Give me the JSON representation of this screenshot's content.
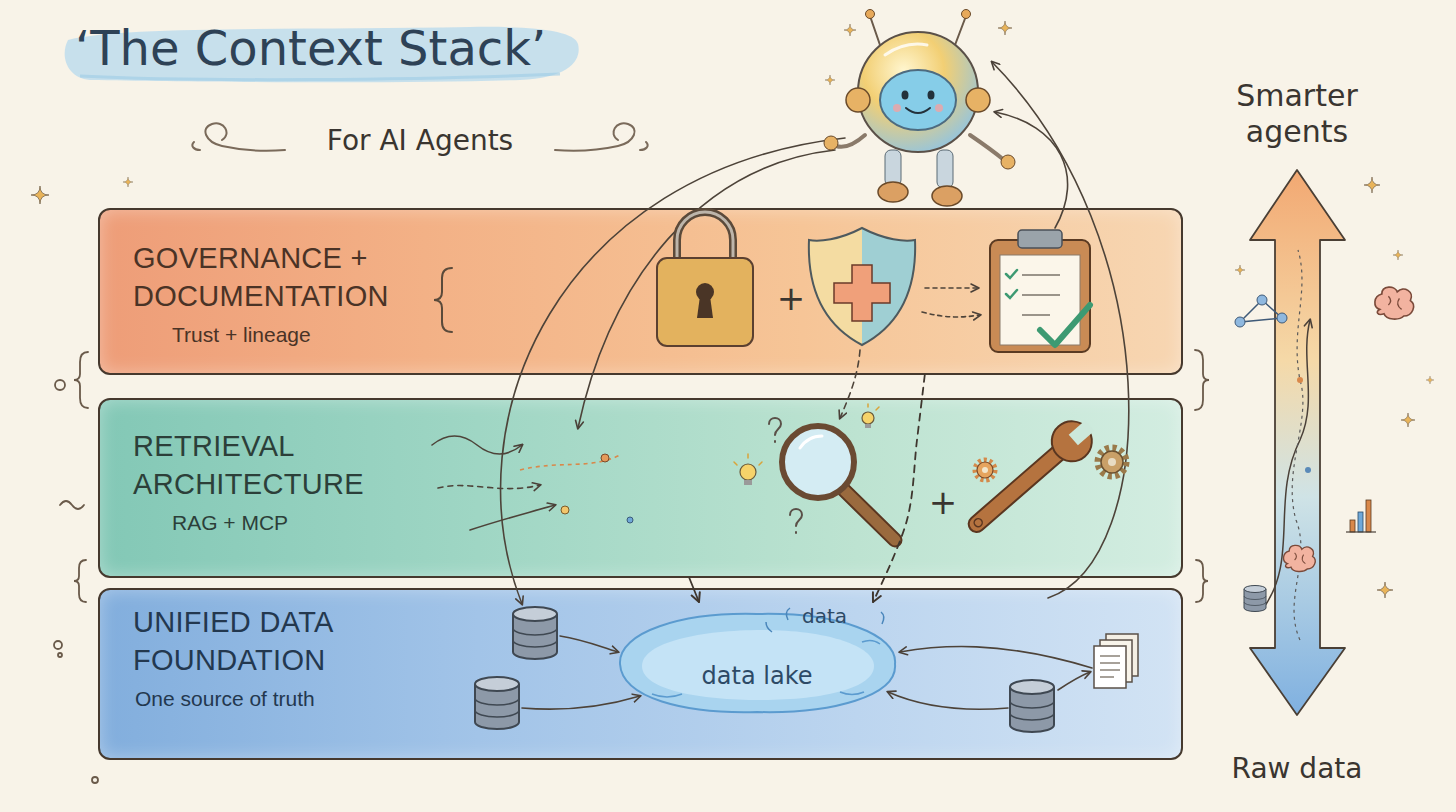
{
  "diagram": {
    "title": "‘The Context Stack’",
    "nodes": [
      {
        "text": [
          "GOVERNANCE + DOCUMENTATION",
          "Trust + lineage"
        ]
      },
      {
        "text": [
          "RETRIEVAL ARCHITECTURE",
          "RAG + MCP"
        ]
      },
      {
        "text": [
          "UNIFIED DATA FOUNDATION",
          "One source of truth"
        ]
      },
      {
        "text": [
          "data",
          "data lake"
        ],
        "in": 2
      }
    ],
    "edges": [
      {
        "from": 0,
        "to": 3,
        "arrow": "to"
      },
      {
        "from": 1,
        "to": 3,
        "arrow": "to"
      }
    ],
    "labels": [
      "For AI Agents",
      "Smarter agents",
      "+",
      "+",
      "Raw data"
    ]
  }
}
